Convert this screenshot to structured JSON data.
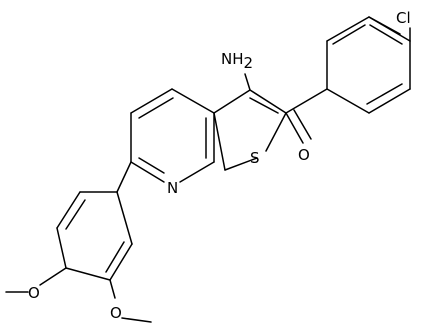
{
  "molecule": {
    "atom_labels": {
      "amino": "NH",
      "amino_subscript": "2",
      "chlorine": "Cl",
      "ketone_oxygen": "O",
      "ring_sulfur": "S",
      "ring_nitrogen": "N",
      "methoxy_oxygen_para": "O",
      "methoxy_oxygen_meta": "O"
    },
    "colors": {
      "bond": "#000000",
      "label": "#000000",
      "background": "#ffffff"
    }
  }
}
